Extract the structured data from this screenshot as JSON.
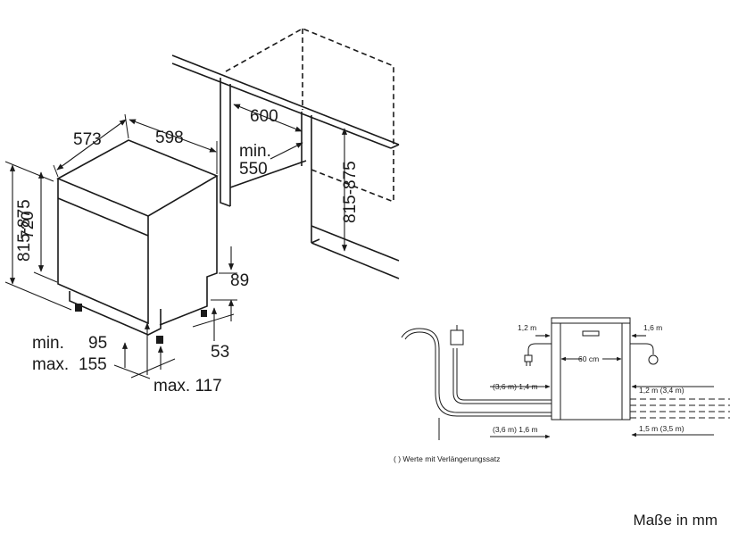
{
  "installation": {
    "cabinet_width": "600",
    "min_depth_label_1": "min.",
    "min_depth_value": "550",
    "niche_height": "815-875"
  },
  "appliance": {
    "depth": "573",
    "width": "598",
    "total_height": "815-875",
    "body_height": "720",
    "plinth_height": "89",
    "plinth_min_label": "min.",
    "plinth_min_value": "95",
    "plinth_max_label": "max.",
    "plinth_max_value": "155",
    "foot_offset": "53",
    "door_clearance": "max. 117"
  },
  "connections": {
    "left_cord": "1,2 m",
    "right_cord": "1,6 m",
    "unit_width": "60 cm",
    "left_inlet": "(3,6 m) 1,4 m",
    "left_drain": "(3,6 m) 1,6 m",
    "right_inlet": "1,2 m (3,4 m)",
    "right_drain": "1,5 m (3,5 m)",
    "note": "( ) Werte mit Verlängerungssatz"
  },
  "footer": {
    "units_note": "Maße in mm"
  }
}
